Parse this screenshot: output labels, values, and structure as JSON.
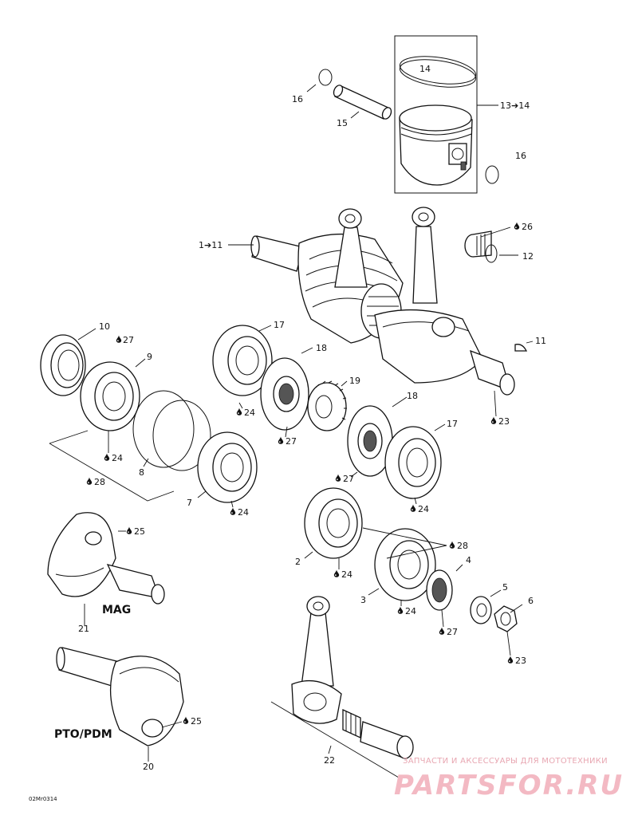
{
  "diagram": {
    "code": "02Mr0314",
    "callouts": [
      {
        "id": "c14",
        "text": "14"
      },
      {
        "id": "c16a",
        "text": "16"
      },
      {
        "id": "c15",
        "text": "15"
      },
      {
        "id": "c1314",
        "text": "13➔14"
      },
      {
        "id": "c16b",
        "text": "16"
      },
      {
        "id": "c111",
        "text": "1➔11"
      },
      {
        "id": "c26",
        "text": "26"
      },
      {
        "id": "c12",
        "text": "12"
      },
      {
        "id": "c10",
        "text": "10"
      },
      {
        "id": "c27a",
        "text": "27"
      },
      {
        "id": "c9",
        "text": "9"
      },
      {
        "id": "c17a",
        "text": "17"
      },
      {
        "id": "c18a",
        "text": "18"
      },
      {
        "id": "c11",
        "text": "11"
      },
      {
        "id": "c19",
        "text": "19"
      },
      {
        "id": "c24a",
        "text": "24"
      },
      {
        "id": "c27b",
        "text": "27"
      },
      {
        "id": "c18b",
        "text": "18"
      },
      {
        "id": "c23a",
        "text": "23"
      },
      {
        "id": "c17b",
        "text": "17"
      },
      {
        "id": "c24b",
        "text": "24"
      },
      {
        "id": "c8",
        "text": "8"
      },
      {
        "id": "c28a",
        "text": "28"
      },
      {
        "id": "c27c",
        "text": "27"
      },
      {
        "id": "c7",
        "text": "7"
      },
      {
        "id": "c24c",
        "text": "24"
      },
      {
        "id": "c24d",
        "text": "24"
      },
      {
        "id": "c25a",
        "text": "25"
      },
      {
        "id": "c28b",
        "text": "28"
      },
      {
        "id": "c2",
        "text": "2"
      },
      {
        "id": "c4",
        "text": "4"
      },
      {
        "id": "c24e",
        "text": "24"
      },
      {
        "id": "c5",
        "text": "5"
      },
      {
        "id": "c3",
        "text": "3"
      },
      {
        "id": "c6",
        "text": "6"
      },
      {
        "id": "c24f",
        "text": "24"
      },
      {
        "id": "c21",
        "text": "21"
      },
      {
        "id": "c27d",
        "text": "27"
      },
      {
        "id": "c23b",
        "text": "23"
      },
      {
        "id": "c25b",
        "text": "25"
      },
      {
        "id": "c22",
        "text": "22"
      },
      {
        "id": "c20",
        "text": "20"
      }
    ],
    "side_labels": {
      "mag": "MAG",
      "pto": "PTO/PDM"
    },
    "lube_symbol": "oil-drop-icon"
  },
  "watermark": {
    "line1": "ЗАПЧАСТИ И АКСЕССУАРЫ ДЛЯ МОТОТЕХНИКИ",
    "line2": "PARTSFOR.RU"
  }
}
